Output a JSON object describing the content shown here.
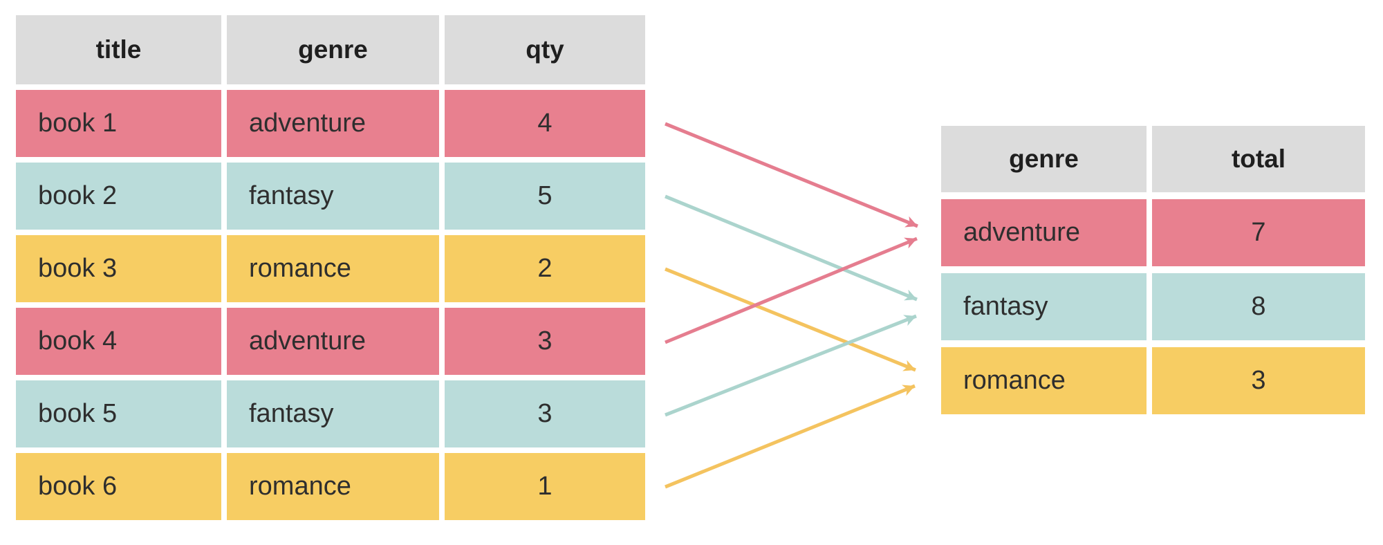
{
  "left_table": {
    "headers": [
      "title",
      "genre",
      "qty"
    ],
    "rows": [
      {
        "title": "book 1",
        "genre": "adventure",
        "qty": "4",
        "color": "pink"
      },
      {
        "title": "book 2",
        "genre": "fantasy",
        "qty": "5",
        "color": "teal"
      },
      {
        "title": "book 3",
        "genre": "romance",
        "qty": "2",
        "color": "yellow"
      },
      {
        "title": "book 4",
        "genre": "adventure",
        "qty": "3",
        "color": "pink"
      },
      {
        "title": "book 5",
        "genre": "fantasy",
        "qty": "3",
        "color": "teal"
      },
      {
        "title": "book 6",
        "genre": "romance",
        "qty": "1",
        "color": "yellow"
      }
    ]
  },
  "right_table": {
    "headers": [
      "genre",
      "total"
    ],
    "rows": [
      {
        "genre": "adventure",
        "total": "7",
        "color": "pink"
      },
      {
        "genre": "fantasy",
        "total": "8",
        "color": "teal"
      },
      {
        "genre": "romance",
        "total": "3",
        "color": "yellow"
      }
    ]
  },
  "arrows": [
    {
      "from": "book 1",
      "to": "adventure",
      "color": "pink"
    },
    {
      "from": "book 2",
      "to": "fantasy",
      "color": "teal"
    },
    {
      "from": "book 3",
      "to": "romance",
      "color": "yellow"
    },
    {
      "from": "book 4",
      "to": "adventure",
      "color": "pink"
    },
    {
      "from": "book 5",
      "to": "fantasy",
      "color": "teal"
    },
    {
      "from": "book 6",
      "to": "romance",
      "color": "yellow"
    }
  ],
  "palette": {
    "background": "#ffffff",
    "header_bg": "#dcdcdc",
    "header_text": "#1f1f1f",
    "cell_text": "#2e2e2e",
    "pink": "#e8808f",
    "teal": "#badcda",
    "yellow": "#f7cd63",
    "arrow_pink": "#e57d8f",
    "arrow_teal": "#abd4cd",
    "arrow_yellow": "#f4c35f"
  }
}
